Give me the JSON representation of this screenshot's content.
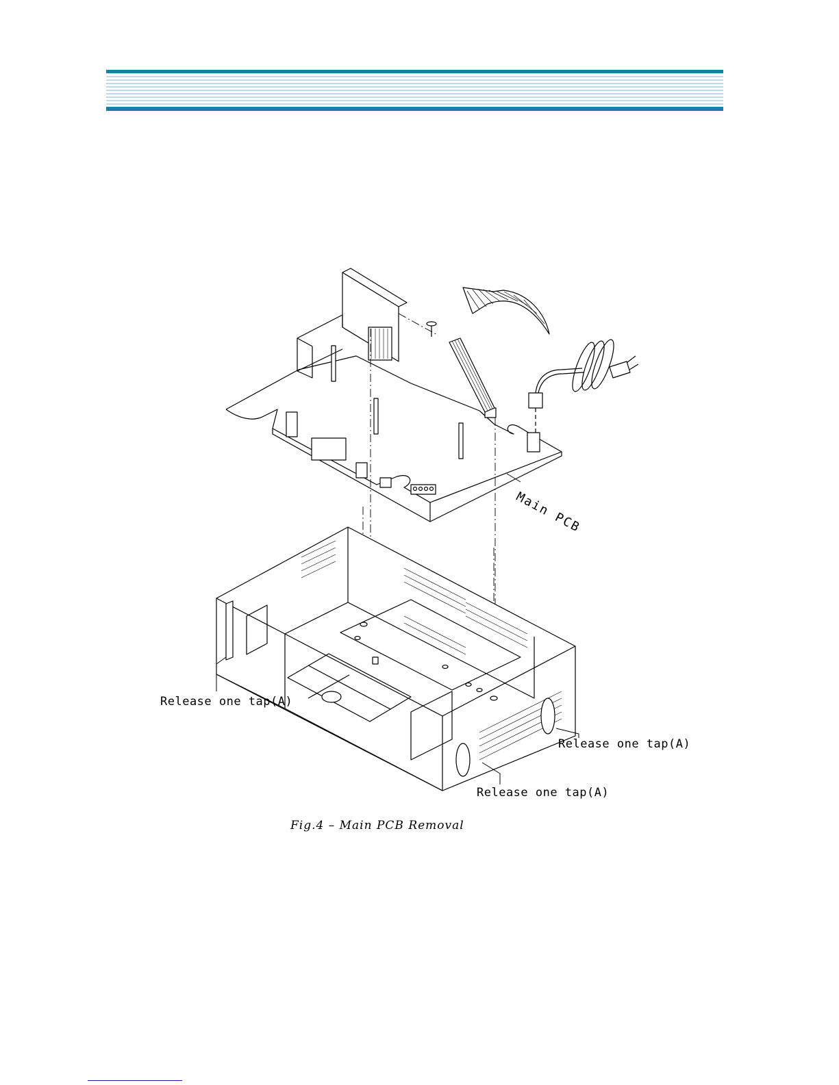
{
  "colors": {
    "header_accent": "#1a7fa0",
    "header_stripe": "#7fb4c8",
    "line": "#000000",
    "footer_rule": "#1a1aa0"
  },
  "labels": {
    "main_pcb": "Main PCB",
    "tap_left": "Release one tap(A)",
    "tap_right": "Release one tap(A)",
    "tap_bottom": "Release one tap(A)"
  },
  "caption": "Fig.4  –  Main PCB Removal"
}
